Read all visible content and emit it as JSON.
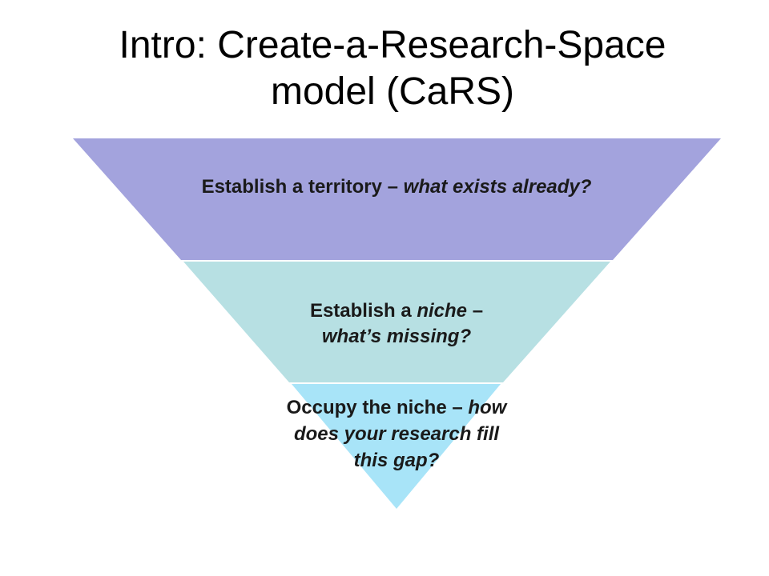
{
  "slide": {
    "title_line1": "Intro: Create-a-Research-Space",
    "title_line2": "model (CaRS)"
  },
  "funnel": {
    "tiers": [
      {
        "lead": "Establish a territory – ",
        "emphasis": "what exists already?",
        "color": "#a3a3dd"
      },
      {
        "lead_a": "Establish a ",
        "emphasis_a": "niche",
        "lead_b": " – ",
        "emphasis_b": "what’s missing?",
        "color": "#b7e0e3"
      },
      {
        "lead": "Occupy the niche – ",
        "emphasis": "how does your research fill this gap?",
        "color": "#a8e4f8"
      }
    ]
  }
}
